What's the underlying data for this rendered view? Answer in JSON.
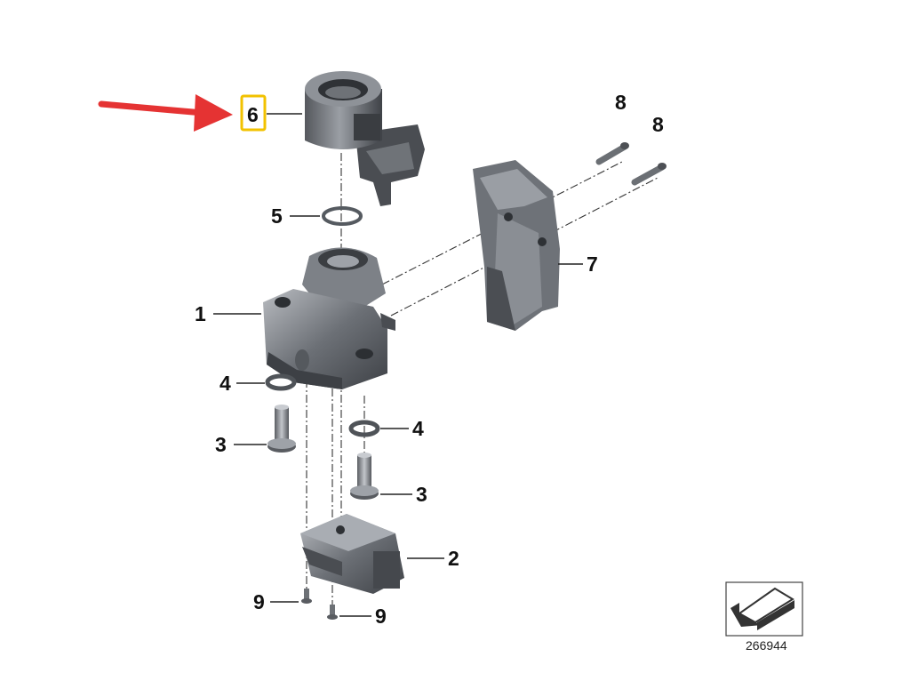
{
  "callouts": {
    "c1": "1",
    "c2": "2",
    "c3a": "3",
    "c3b": "3",
    "c4a": "4",
    "c4b": "4",
    "c5": "5",
    "c6": "6",
    "c7": "7",
    "c8a": "8",
    "c8b": "8",
    "c9a": "9",
    "c9b": "9"
  },
  "catalog_number": "266944",
  "colors": {
    "highlight_box": "#f2c200",
    "arrow": "#e53333",
    "part_dark": "#4a4d52",
    "part_mid": "#7b7f85",
    "part_light": "#aeb2b7"
  },
  "icons": {
    "pointer": "red-arrow-icon",
    "view_direction": "view-direction-icon"
  }
}
